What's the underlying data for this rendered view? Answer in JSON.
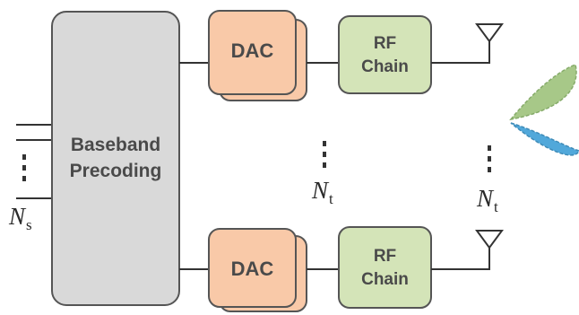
{
  "baseband": {
    "label": "Baseband\nPrecoding"
  },
  "chains": [
    {
      "dac_label": "DAC",
      "rf_label": "RF\nChain"
    },
    {
      "dac_label": "DAC",
      "rf_label": "RF\nChain"
    }
  ],
  "symbols": {
    "ns_var": "N",
    "ns_sub": "s",
    "nt_mid_var": "N",
    "nt_mid_sub": "t",
    "nt_right_var": "N",
    "nt_right_sub": "t"
  },
  "colors": {
    "baseband_fill": "#d9d9d9",
    "dac_fill": "#f9c9a8",
    "rf_fill": "#d4e4b8",
    "beam_green": "#9ec37c",
    "beam_blue": "#3f9fd6"
  }
}
